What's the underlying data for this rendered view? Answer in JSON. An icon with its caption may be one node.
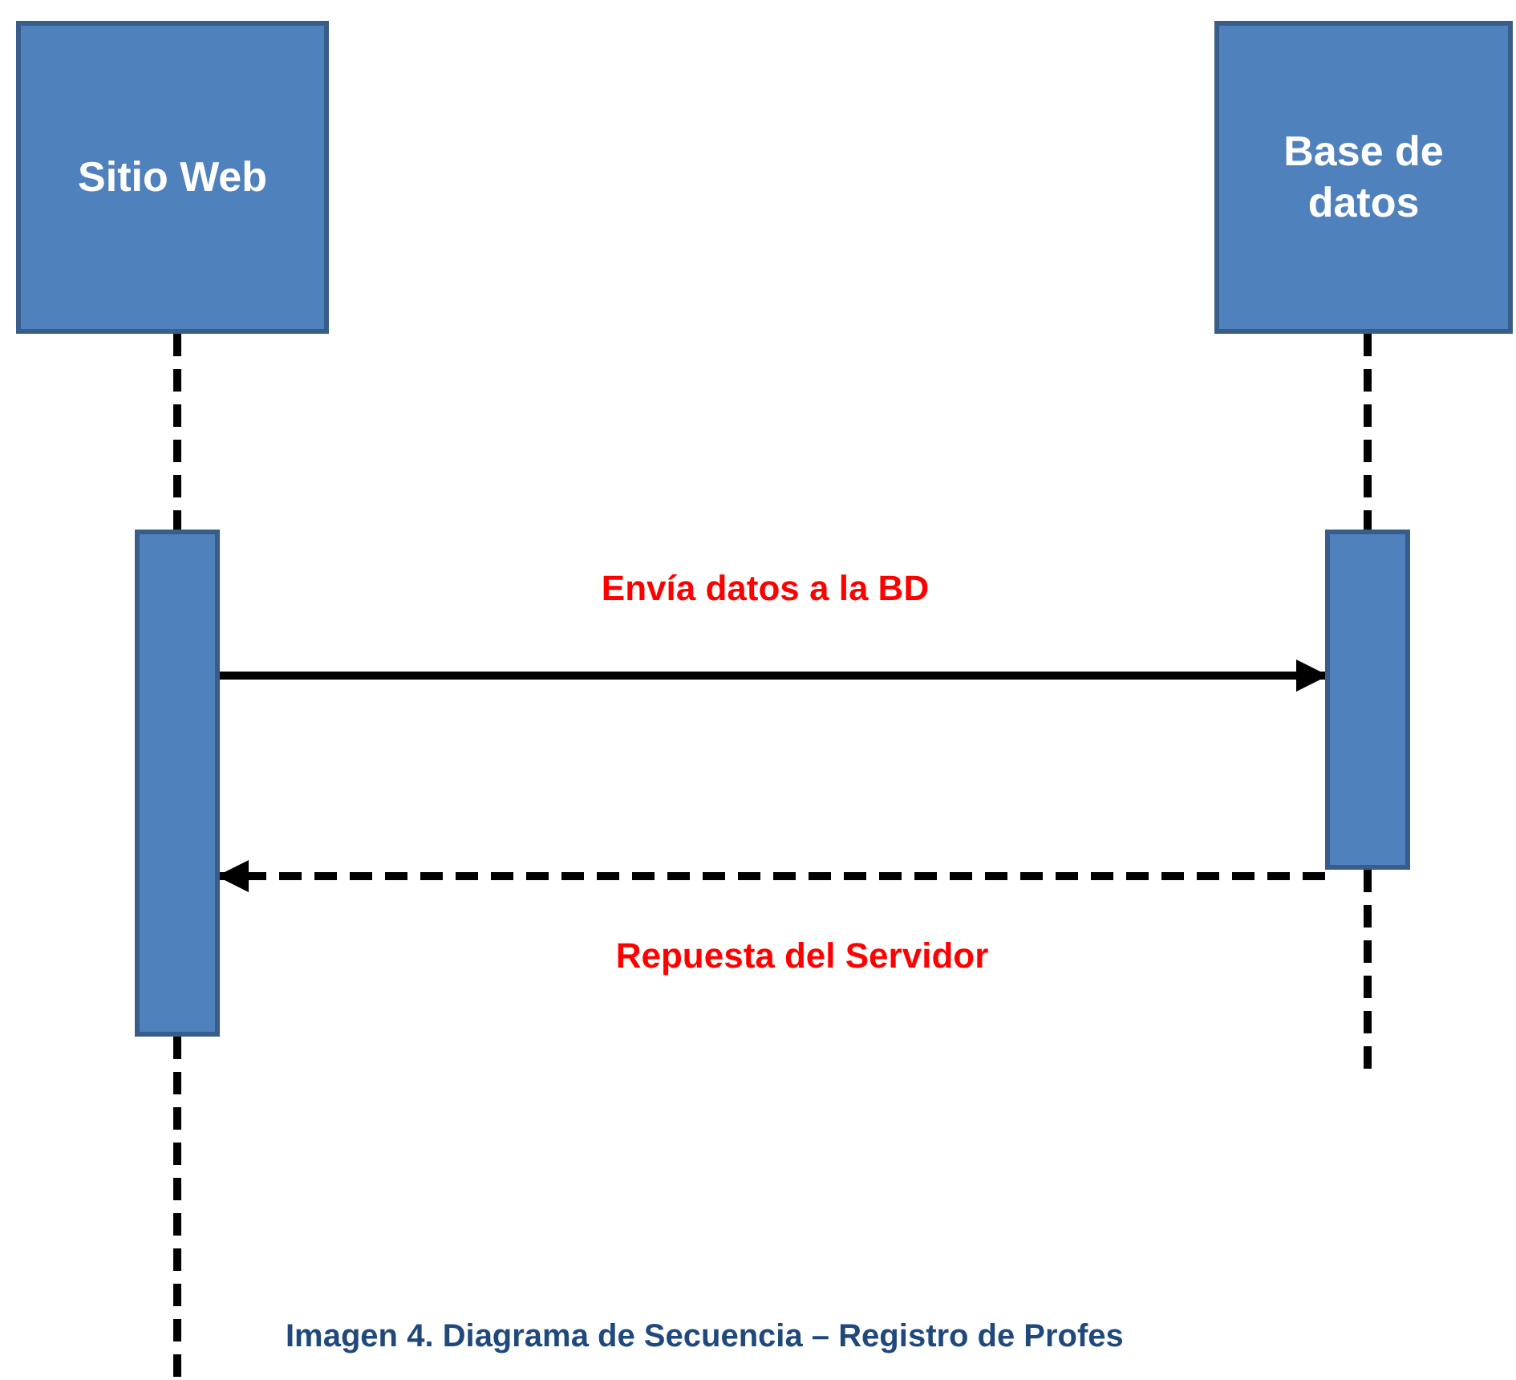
{
  "diagram": {
    "caption": "Imagen 4. Diagrama de Secuencia – Registro de Profes",
    "nodes": [
      {
        "text": [
          "Sitio Web"
        ]
      },
      {
        "text": [
          "Base de datos"
        ]
      },
      {
        "text": [],
        "shape": "bar"
      },
      {
        "text": [],
        "shape": "bar"
      }
    ],
    "edges": [
      {
        "from": 0,
        "to": 2,
        "arrow": "none",
        "style": "dashed"
      },
      {
        "from": 1,
        "to": 3,
        "arrow": "none",
        "style": "dashed"
      },
      {
        "from": 2,
        "to": 3,
        "arrow": "to",
        "label": "Envía datos a la BD"
      },
      {
        "from": 3,
        "to": 2,
        "arrow": "to",
        "style": "dashed",
        "label": "Repuesta del Servidor"
      },
      {
        "from": 2,
        "to": null,
        "arrow": "none",
        "style": "dashed"
      },
      {
        "from": 3,
        "to": null,
        "arrow": "none",
        "style": "dashed"
      }
    ]
  }
}
